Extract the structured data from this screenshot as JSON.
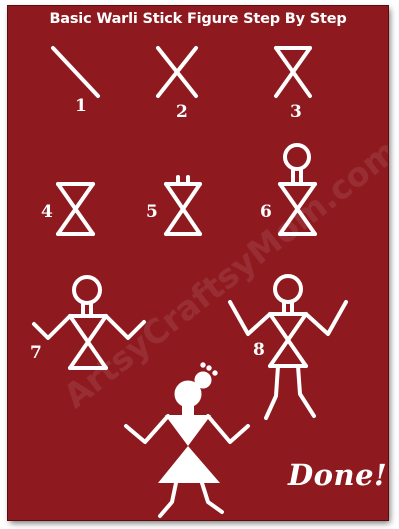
{
  "title": "Basic Warli Stick Figure Step By Step",
  "steps": [
    "1",
    "2",
    "3",
    "4",
    "5",
    "6",
    "7",
    "8"
  ],
  "done_label": "Done!",
  "watermark": "ArtsyCraftsyMom.com",
  "colors": {
    "background": "#8e1a1f",
    "ink": "#ffffff"
  }
}
